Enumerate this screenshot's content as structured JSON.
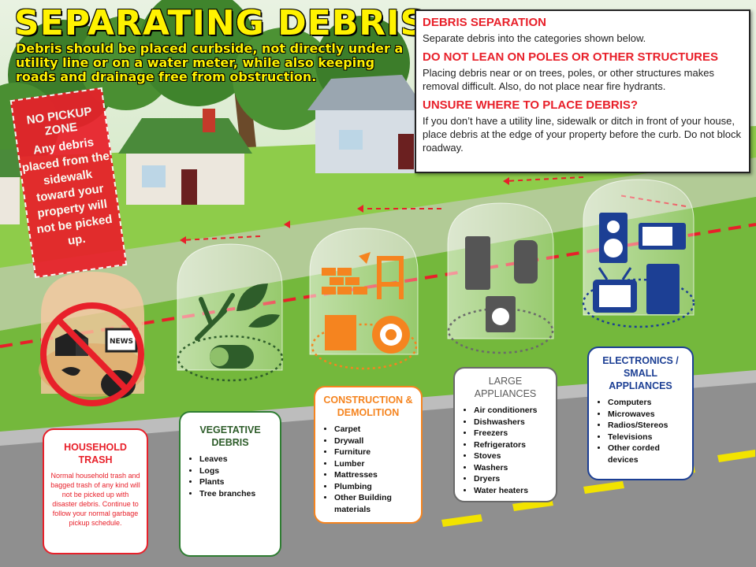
{
  "title": "SEPARATING DEBRIS",
  "subtitle": "Debris should be placed curbside, not directly under a utility line or on a water meter, while also keeping roads and drainage free from obstruction.",
  "info_box": {
    "sections": [
      {
        "heading": "DEBRIS SEPARATION",
        "text": "Separate debris into the categories shown below."
      },
      {
        "heading": "DO NOT LEAN ON POLES OR OTHER STRUCTURES",
        "text": "Placing debris near or on trees, poles,  or other structures makes removal difficult. Also, do not place near fire hydrants."
      },
      {
        "heading": "UNSURE WHERE TO PLACE DEBRIS?",
        "text": "If you don’t have a utility line, sidewalk or ditch in front of your house, place debris at the edge of your property before the curb. Do not block roadway."
      }
    ]
  },
  "no_pickup": {
    "heading_line1": "NO PICKUP",
    "heading_line2": "ZONE",
    "body": "Any debris placed from the sidewalk toward your property will not be picked up."
  },
  "categories": {
    "household": {
      "title": "HOUSEHOLD TRASH",
      "description": "Normal household trash and bagged trash of any kind will not be picked up with disaster debris. Continue to follow your normal garbage pickup schedule.",
      "icon_label": "NEWS"
    },
    "vegetative": {
      "title": "VEGETATIVE DEBRIS",
      "items": [
        "Leaves",
        "Logs",
        "Plants",
        "Tree branches"
      ]
    },
    "construction": {
      "title": "CONSTRUCTION & DEMOLITION",
      "items": [
        "Carpet",
        "Drywall",
        "Furniture",
        "Lumber",
        "Mattresses",
        "Plumbing",
        "Other Building materials"
      ]
    },
    "appliances": {
      "title": "LARGE APPLIANCES",
      "items": [
        "Air conditioners",
        "Dishwashers",
        "Freezers",
        "Refrigerators",
        "Stoves",
        "Washers",
        "Dryers",
        "Water heaters"
      ]
    },
    "electronics": {
      "title": "ELECTRONICS / SMALL APPLIANCES",
      "items": [
        "Computers",
        "Microwaves",
        "Radios/Stereos",
        "Televisions",
        "Other corded devices"
      ]
    }
  },
  "colors": {
    "title_yellow": "#fff200",
    "alert_red": "#e8202a",
    "construction_orange": "#f5841f",
    "vegetative_green": "#2e7d32",
    "appliance_gray": "#6a6a6a",
    "electronics_blue": "#1c3f94",
    "road_gray": "#8f8f8f",
    "grass_green": "#7cbf3a"
  }
}
